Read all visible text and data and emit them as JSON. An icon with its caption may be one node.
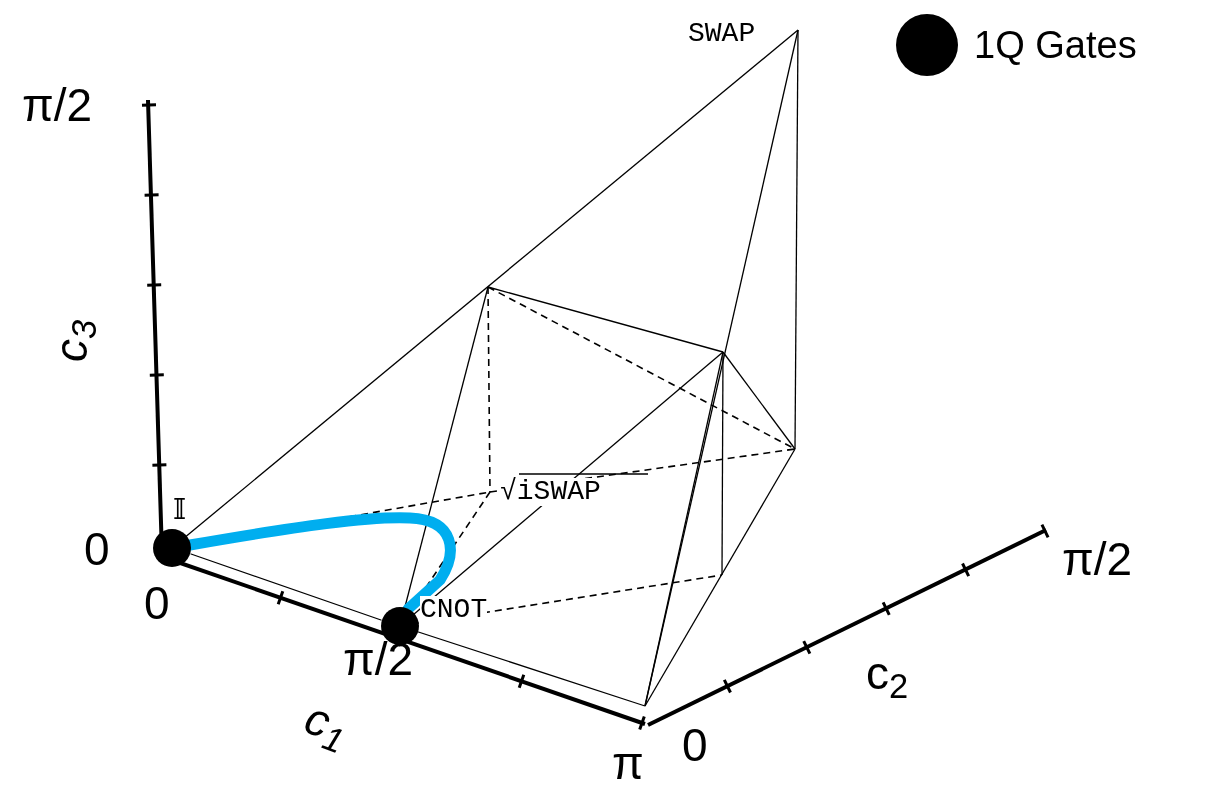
{
  "diagram": {
    "nodes": [
      {
        "text": [],
        "shape": "circle",
        "beside": [
          "𝕀"
        ]
      },
      {
        "text": [],
        "shape": "circle",
        "beside": [
          "CNOT"
        ]
      }
    ],
    "edges": [
      {
        "from": 0,
        "to": 1,
        "arrow": "none",
        "style": "thick",
        "color": "#00aeef"
      },
      {
        "from": 0,
        "to": 1,
        "arrow": "none",
        "color": "#000000"
      }
    ],
    "labels": [
      "SWAP",
      "π/2",
      "c$_{3}$",
      "√iSWAP",
      "0",
      "0",
      "π/2",
      "c$_{1}$",
      "π",
      "0",
      "c$_{2}$",
      "π/2"
    ],
    "legend": [
      {
        "text": "1Q Gates"
      }
    ]
  }
}
